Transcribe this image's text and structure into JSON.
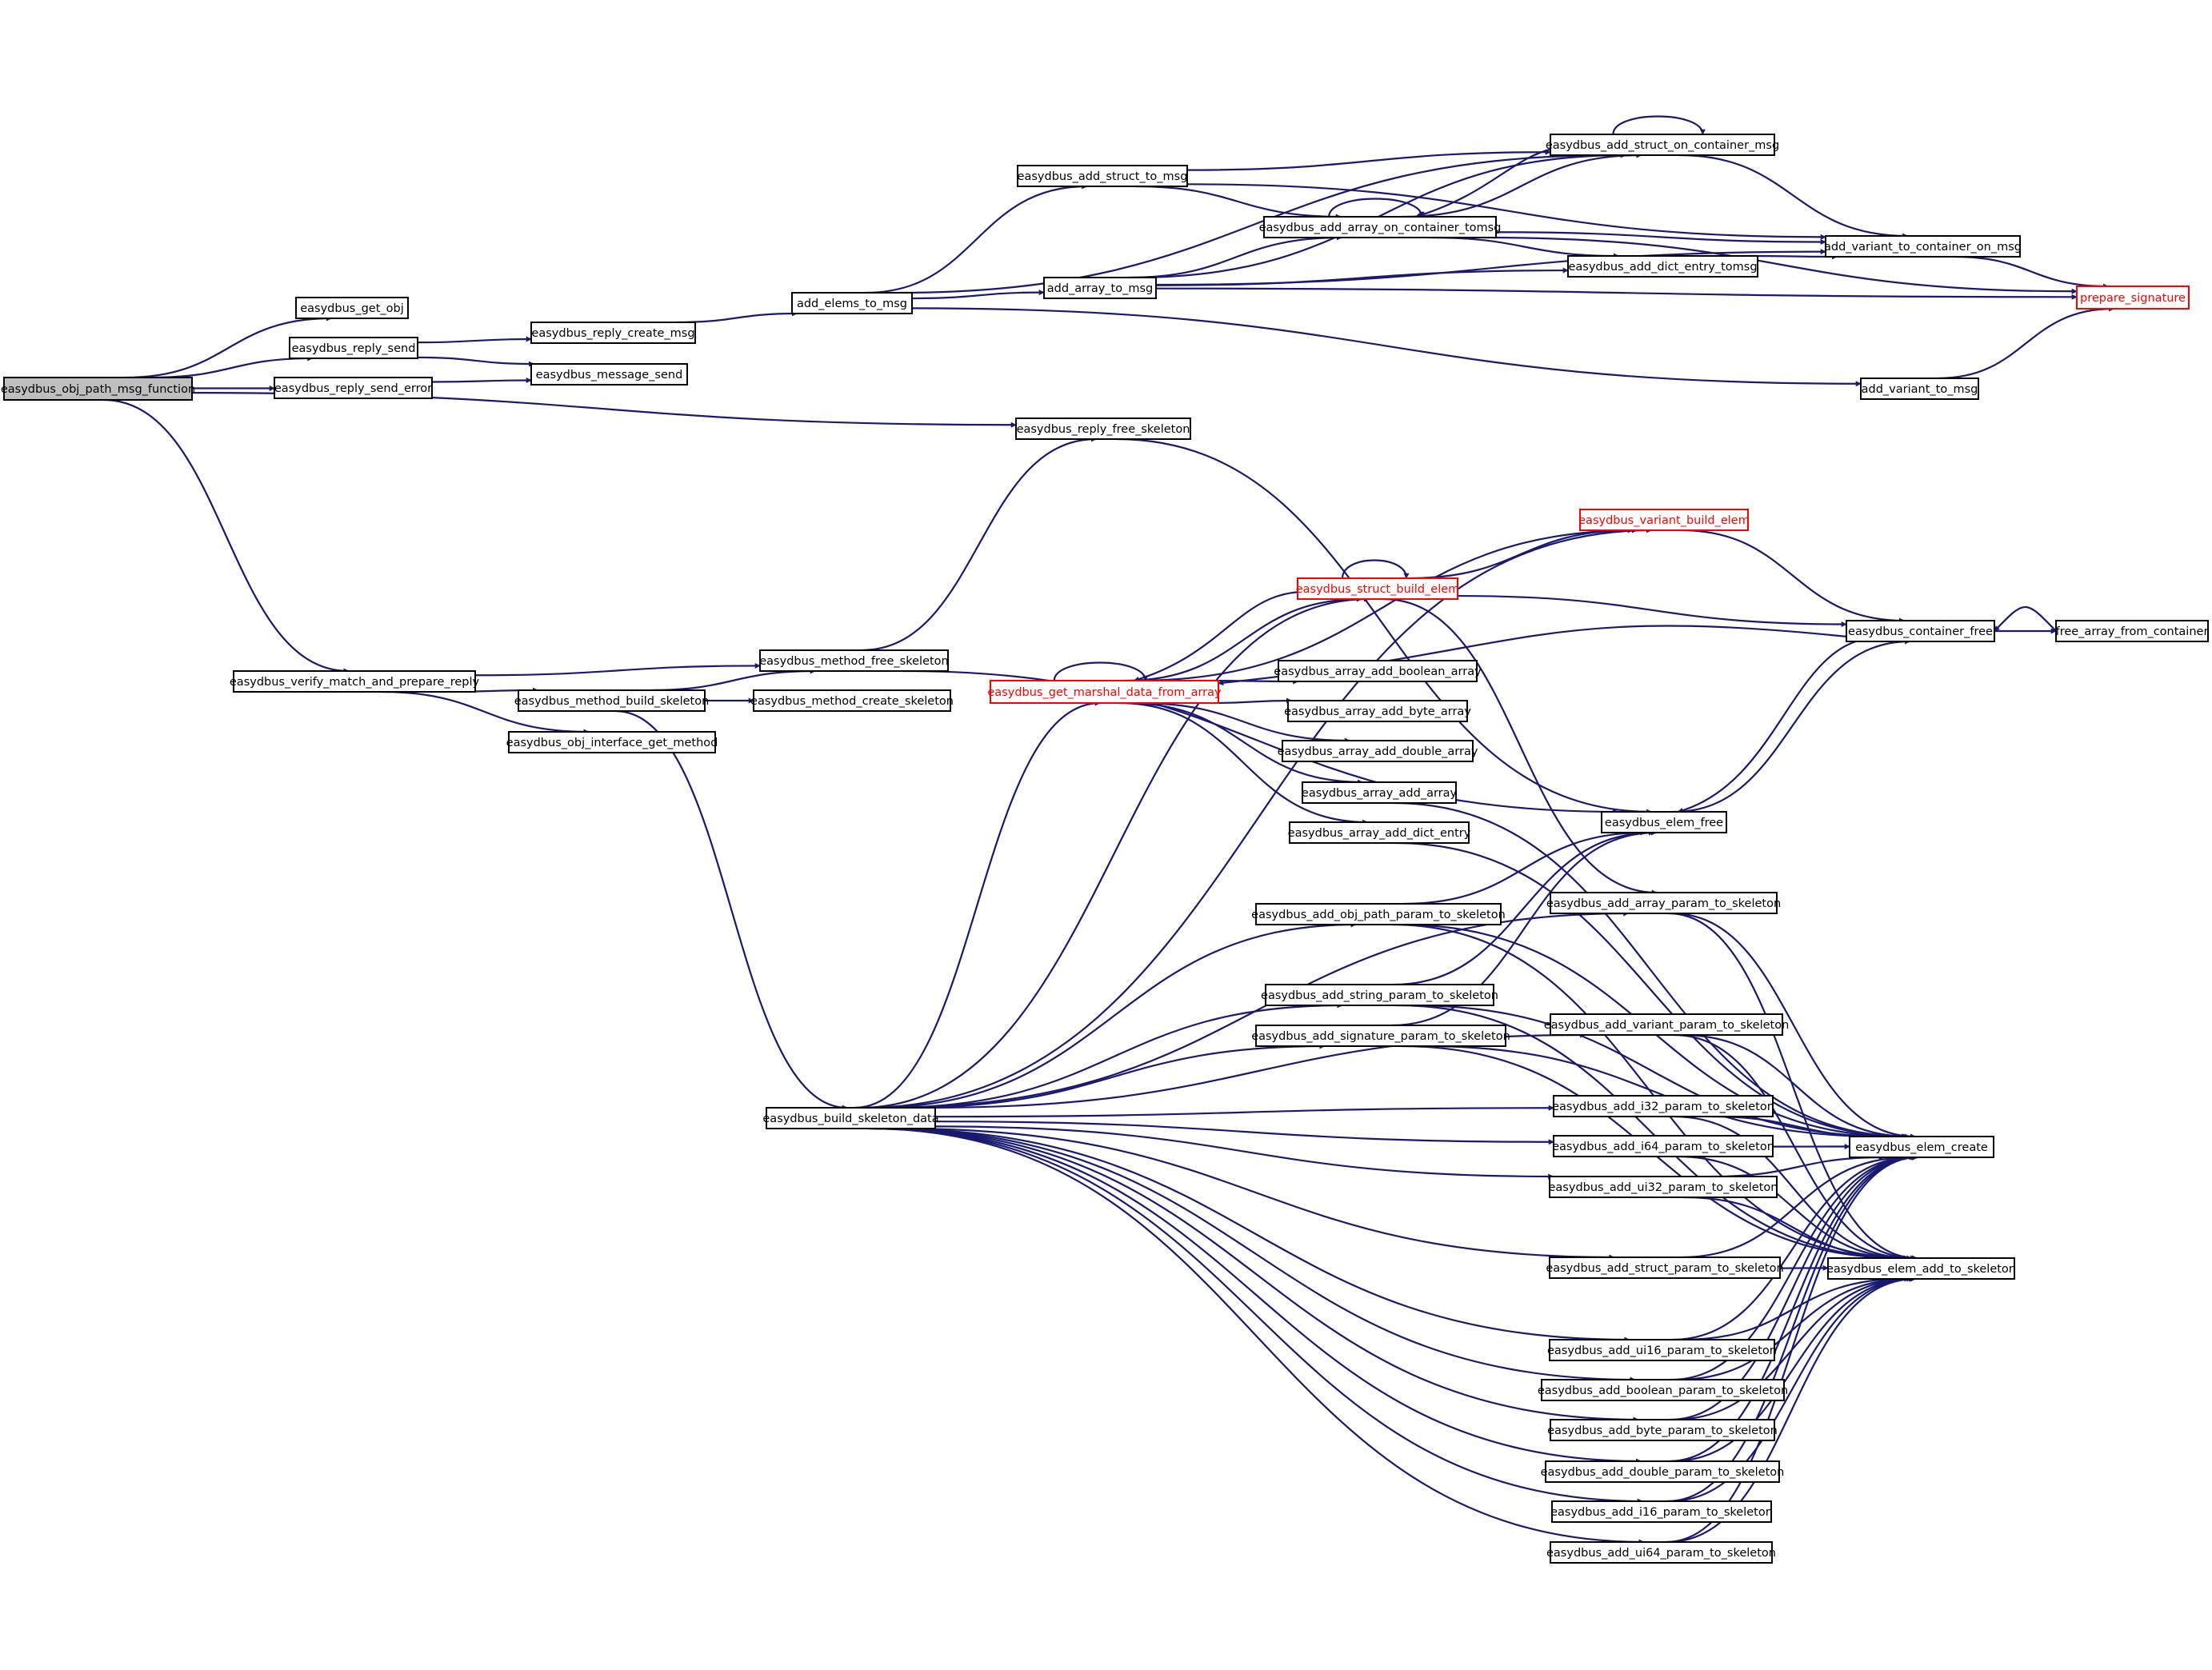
{
  "nodes": [
    {
      "id": "root",
      "label": "easydbus_obj_path_msg_function",
      "style": "root"
    },
    {
      "id": "get_obj",
      "label": "easydbus_get_obj"
    },
    {
      "id": "reply_send",
      "label": "easydbus_reply_send"
    },
    {
      "id": "reply_send_error",
      "label": "easydbus_reply_send_error"
    },
    {
      "id": "reply_create_msg",
      "label": "easydbus_reply_create_msg"
    },
    {
      "id": "message_send",
      "label": "easydbus_message_send"
    },
    {
      "id": "add_elems_to_msg",
      "label": "add_elems_to_msg"
    },
    {
      "id": "add_struct_to_msg",
      "label": "easydbus_add_struct_to_msg"
    },
    {
      "id": "add_array_to_msg",
      "label": "add_array_to_msg"
    },
    {
      "id": "add_struct_on_container_msg",
      "label": "easydbus_add_struct_on_container_msg"
    },
    {
      "id": "add_array_on_container_tomsg",
      "label": "easydbus_add_array_on_container_tomsg"
    },
    {
      "id": "add_dict_entry_tomsg",
      "label": "easydbus_add_dict_entry_tomsg"
    },
    {
      "id": "add_variant_to_container_on_msg",
      "label": "add_variant_to_container_on_msg"
    },
    {
      "id": "prepare_signature",
      "label": "prepare_signature",
      "style": "red"
    },
    {
      "id": "add_variant_to_msg",
      "label": "add_variant_to_msg"
    },
    {
      "id": "reply_free_skeleton",
      "label": "easydbus_reply_free_skeleton"
    },
    {
      "id": "variant_build_elem",
      "label": "easydbus_variant_build_elem",
      "style": "red"
    },
    {
      "id": "struct_build_elem",
      "label": "easydbus_struct_build_elem",
      "style": "red"
    },
    {
      "id": "container_free",
      "label": "easydbus_container_free"
    },
    {
      "id": "free_array_from_container",
      "label": "free_array_from_container"
    },
    {
      "id": "verify_match",
      "label": "easydbus_verify_match_and_prepare_reply"
    },
    {
      "id": "method_free_skeleton",
      "label": "easydbus_method_free_skeleton"
    },
    {
      "id": "method_build_skeleton",
      "label": "easydbus_method_build_skeleton"
    },
    {
      "id": "method_create_skeleton",
      "label": "easydbus_method_create_skeleton"
    },
    {
      "id": "obj_interface_get_method",
      "label": "easydbus_obj_interface_get_method"
    },
    {
      "id": "get_marshal_data",
      "label": "easydbus_get_marshal_data_from_array",
      "style": "red"
    },
    {
      "id": "array_add_boolean_array",
      "label": "easydbus_array_add_boolean_array"
    },
    {
      "id": "array_add_byte_array",
      "label": "easydbus_array_add_byte_array"
    },
    {
      "id": "array_add_double_array",
      "label": "easydbus_array_add_double_array"
    },
    {
      "id": "array_add_array",
      "label": "easydbus_array_add_array"
    },
    {
      "id": "array_add_dict_entry",
      "label": "easydbus_array_add_dict_entry"
    },
    {
      "id": "elem_free",
      "label": "easydbus_elem_free"
    },
    {
      "id": "add_obj_path_param",
      "label": "easydbus_add_obj_path_param_to_skeleton"
    },
    {
      "id": "add_array_param",
      "label": "easydbus_add_array_param_to_skeleton"
    },
    {
      "id": "add_string_param",
      "label": "easydbus_add_string_param_to_skeleton"
    },
    {
      "id": "add_signature_param",
      "label": "easydbus_add_signature_param_to_skeleton"
    },
    {
      "id": "add_variant_param",
      "label": "easydbus_add_variant_param_to_skeleton"
    },
    {
      "id": "build_skeleton_data",
      "label": "easydbus_build_skeleton_data"
    },
    {
      "id": "add_i32_param",
      "label": "easydbus_add_i32_param_to_skeleton"
    },
    {
      "id": "add_i64_param",
      "label": "easydbus_add_i64_param_to_skeleton"
    },
    {
      "id": "add_ui32_param",
      "label": "easydbus_add_ui32_param_to_skeleton"
    },
    {
      "id": "elem_create",
      "label": "easydbus_elem_create"
    },
    {
      "id": "add_struct_param",
      "label": "easydbus_add_struct_param_to_skeleton"
    },
    {
      "id": "elem_add_to_skeleton",
      "label": "easydbus_elem_add_to_skeleton"
    },
    {
      "id": "add_ui16_param",
      "label": "easydbus_add_ui16_param_to_skeleton"
    },
    {
      "id": "add_boolean_param",
      "label": "easydbus_add_boolean_param_to_skeleton"
    },
    {
      "id": "add_byte_param",
      "label": "easydbus_add_byte_param_to_skeleton"
    },
    {
      "id": "add_double_param",
      "label": "easydbus_add_double_param_to_skeleton"
    },
    {
      "id": "add_i16_param",
      "label": "easydbus_add_i16_param_to_skeleton"
    },
    {
      "id": "add_ui64_param",
      "label": "easydbus_add_ui64_param_to_skeleton"
    }
  ],
  "edges": [
    [
      "root",
      "get_obj"
    ],
    [
      "root",
      "reply_send"
    ],
    [
      "root",
      "reply_send_error"
    ],
    [
      "root",
      "reply_free_skeleton"
    ],
    [
      "root",
      "verify_match"
    ],
    [
      "reply_send",
      "reply_create_msg"
    ],
    [
      "reply_send",
      "message_send"
    ],
    [
      "reply_send_error",
      "message_send"
    ],
    [
      "reply_create_msg",
      "add_elems_to_msg"
    ],
    [
      "add_elems_to_msg",
      "add_struct_to_msg"
    ],
    [
      "add_elems_to_msg",
      "add_array_to_msg"
    ],
    [
      "add_elems_to_msg",
      "add_variant_to_msg"
    ],
    [
      "add_elems_to_msg",
      "add_struct_on_container_msg"
    ],
    [
      "add_struct_to_msg",
      "add_struct_on_container_msg"
    ],
    [
      "add_struct_to_msg",
      "add_array_on_container_tomsg"
    ],
    [
      "add_struct_to_msg",
      "add_variant_to_container_on_msg"
    ],
    [
      "add_array_to_msg",
      "add_array_on_container_tomsg"
    ],
    [
      "add_array_to_msg",
      "add_struct_on_container_msg"
    ],
    [
      "add_array_to_msg",
      "add_dict_entry_tomsg"
    ],
    [
      "add_array_to_msg",
      "add_variant_to_container_on_msg"
    ],
    [
      "add_array_to_msg",
      "prepare_signature"
    ],
    [
      "add_array_on_container_tomsg",
      "add_array_on_container_tomsg"
    ],
    [
      "add_array_on_container_tomsg",
      "add_struct_on_container_msg"
    ],
    [
      "add_array_on_container_tomsg",
      "add_dict_entry_tomsg"
    ],
    [
      "add_array_on_container_tomsg",
      "add_variant_to_container_on_msg"
    ],
    [
      "add_array_on_container_tomsg",
      "prepare_signature"
    ],
    [
      "add_struct_on_container_msg",
      "add_struct_on_container_msg"
    ],
    [
      "add_struct_on_container_msg",
      "add_array_on_container_tomsg"
    ],
    [
      "add_struct_on_container_msg",
      "add_variant_to_container_on_msg"
    ],
    [
      "add_dict_entry_tomsg",
      "add_variant_to_container_on_msg"
    ],
    [
      "add_variant_to_container_on_msg",
      "prepare_signature"
    ],
    [
      "add_variant_to_msg",
      "prepare_signature"
    ],
    [
      "reply_free_skeleton",
      "elem_free"
    ],
    [
      "verify_match",
      "method_free_skeleton"
    ],
    [
      "verify_match",
      "method_build_skeleton"
    ],
    [
      "verify_match",
      "obj_interface_get_method"
    ],
    [
      "method_free_skeleton",
      "reply_free_skeleton"
    ],
    [
      "method_free_skeleton",
      "elem_free"
    ],
    [
      "method_build_skeleton",
      "method_free_skeleton"
    ],
    [
      "method_build_skeleton",
      "method_create_skeleton"
    ],
    [
      "method_build_skeleton",
      "build_skeleton_data"
    ],
    [
      "get_marshal_data",
      "get_marshal_data"
    ],
    [
      "get_marshal_data",
      "struct_build_elem"
    ],
    [
      "get_marshal_data",
      "variant_build_elem"
    ],
    [
      "get_marshal_data",
      "array_add_boolean_array"
    ],
    [
      "get_marshal_data",
      "array_add_byte_array"
    ],
    [
      "get_marshal_data",
      "array_add_double_array"
    ],
    [
      "get_marshal_data",
      "array_add_array"
    ],
    [
      "get_marshal_data",
      "array_add_dict_entry"
    ],
    [
      "struct_build_elem",
      "struct_build_elem"
    ],
    [
      "struct_build_elem",
      "variant_build_elem"
    ],
    [
      "struct_build_elem",
      "get_marshal_data"
    ],
    [
      "struct_build_elem",
      "container_free"
    ],
    [
      "struct_build_elem",
      "add_array_param"
    ],
    [
      "variant_build_elem",
      "container_free"
    ],
    [
      "container_free",
      "free_array_from_container"
    ],
    [
      "container_free",
      "get_marshal_data"
    ],
    [
      "container_free",
      "elem_free"
    ],
    [
      "free_array_from_container",
      "container_free"
    ],
    [
      "elem_free",
      "container_free"
    ],
    [
      "array_add_array",
      "elem_create"
    ],
    [
      "array_add_dict_entry",
      "elem_create"
    ],
    [
      "build_skeleton_data",
      "variant_build_elem"
    ],
    [
      "build_skeleton_data",
      "struct_build_elem"
    ],
    [
      "build_skeleton_data",
      "get_marshal_data"
    ],
    [
      "build_skeleton_data",
      "add_obj_path_param"
    ],
    [
      "build_skeleton_data",
      "add_array_param"
    ],
    [
      "build_skeleton_data",
      "add_string_param"
    ],
    [
      "build_skeleton_data",
      "add_signature_param"
    ],
    [
      "build_skeleton_data",
      "add_variant_param"
    ],
    [
      "build_skeleton_data",
      "add_i32_param"
    ],
    [
      "build_skeleton_data",
      "add_i64_param"
    ],
    [
      "build_skeleton_data",
      "add_ui32_param"
    ],
    [
      "build_skeleton_data",
      "add_struct_param"
    ],
    [
      "build_skeleton_data",
      "add_ui16_param"
    ],
    [
      "build_skeleton_data",
      "add_boolean_param"
    ],
    [
      "build_skeleton_data",
      "add_byte_param"
    ],
    [
      "build_skeleton_data",
      "add_double_param"
    ],
    [
      "build_skeleton_data",
      "add_i16_param"
    ],
    [
      "build_skeleton_data",
      "add_ui64_param"
    ],
    [
      "add_obj_path_param",
      "elem_free"
    ],
    [
      "add_obj_path_param",
      "elem_create"
    ],
    [
      "add_obj_path_param",
      "elem_add_to_skeleton"
    ],
    [
      "add_array_param",
      "elem_create"
    ],
    [
      "add_array_param",
      "elem_add_to_skeleton"
    ],
    [
      "add_string_param",
      "elem_free"
    ],
    [
      "add_string_param",
      "elem_create"
    ],
    [
      "add_string_param",
      "elem_add_to_skeleton"
    ],
    [
      "add_signature_param",
      "elem_free"
    ],
    [
      "add_signature_param",
      "elem_create"
    ],
    [
      "add_signature_param",
      "elem_add_to_skeleton"
    ],
    [
      "add_variant_param",
      "elem_create"
    ],
    [
      "add_variant_param",
      "elem_add_to_skeleton"
    ],
    [
      "add_i32_param",
      "elem_create"
    ],
    [
      "add_i32_param",
      "elem_add_to_skeleton"
    ],
    [
      "add_i64_param",
      "elem_create"
    ],
    [
      "add_i64_param",
      "elem_add_to_skeleton"
    ],
    [
      "add_ui32_param",
      "elem_create"
    ],
    [
      "add_ui32_param",
      "elem_add_to_skeleton"
    ],
    [
      "add_struct_param",
      "elem_create"
    ],
    [
      "add_struct_param",
      "elem_add_to_skeleton"
    ],
    [
      "add_ui16_param",
      "elem_create"
    ],
    [
      "add_ui16_param",
      "elem_add_to_skeleton"
    ],
    [
      "add_boolean_param",
      "elem_create"
    ],
    [
      "add_boolean_param",
      "elem_add_to_skeleton"
    ],
    [
      "add_byte_param",
      "elem_create"
    ],
    [
      "add_byte_param",
      "elem_add_to_skeleton"
    ],
    [
      "add_double_param",
      "elem_create"
    ],
    [
      "add_double_param",
      "elem_add_to_skeleton"
    ],
    [
      "add_i16_param",
      "elem_create"
    ],
    [
      "add_i16_param",
      "elem_add_to_skeleton"
    ],
    [
      "add_ui64_param",
      "elem_create"
    ],
    [
      "add_ui64_param",
      "elem_add_to_skeleton"
    ]
  ],
  "colors": {
    "edge": "#191970",
    "root_fill": "#bfbfbf",
    "truncated_border": "#ff0000"
  }
}
